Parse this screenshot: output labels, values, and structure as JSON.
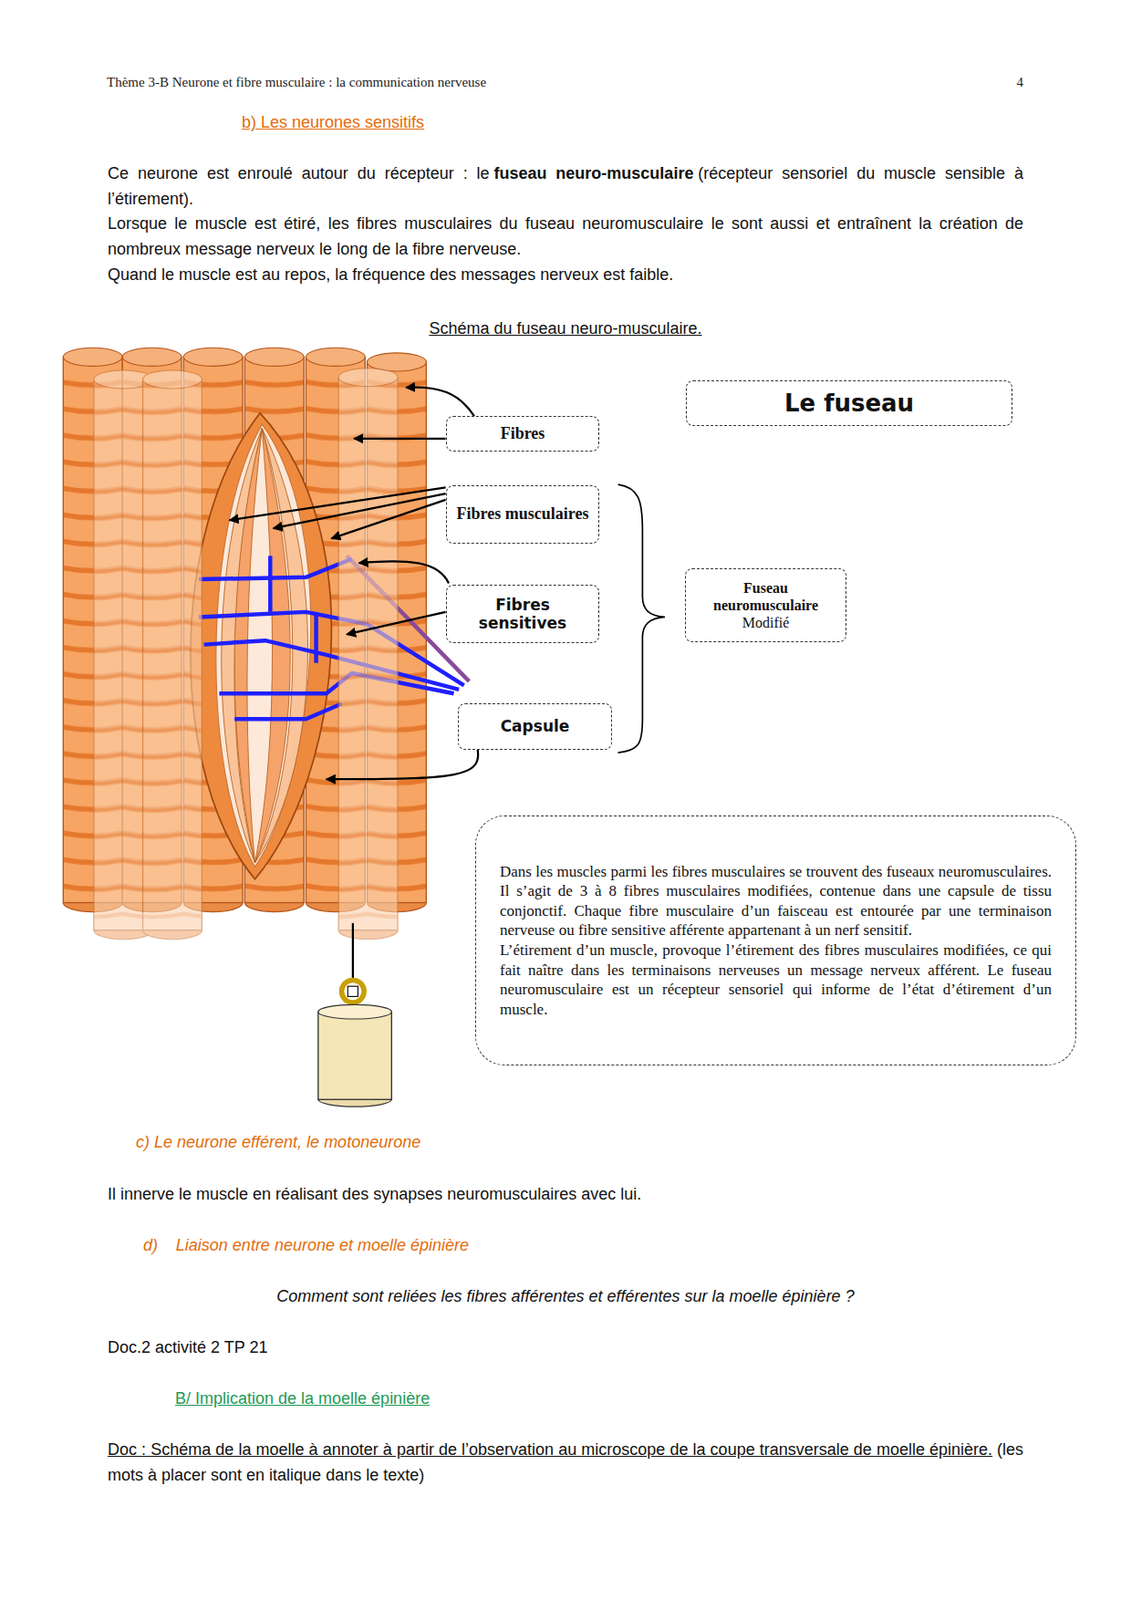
{
  "diagram": {
    "title": "Schéma du fuseau neuro-musculaire.",
    "nodes": [
      {
        "text": [
          "Le fuseau"
        ]
      },
      {
        "text": [
          "Fibres"
        ]
      },
      {
        "text": [
          "Fibres musculaires"
        ]
      },
      {
        "text": [
          "Fuseau neuromusculaire",
          "Modifié"
        ]
      },
      {
        "text": [
          "Fibres sensitives"
        ]
      },
      {
        "text": [
          "Capsule"
        ]
      },
      {
        "text": [
          "Dans les muscles parmi les fibres musculaires se trouvent des fuseaux neuromusculaires. Il s’agit de 3 à 8 fibres musculaires modifiées, contenue dans une capsule de tissu conjonctif. Chaque fibre musculaire d’un faisceau est entourée par une terminaison nerveuse ou fibre sensitive afférente appartenant à un nerf sensitif.",
          "L’étirement d’un muscle, provoque l’étirement des fibres musculaires modifiées, ce qui fait naître dans les terminaisons nerveuses un message nerveux afférent. Le fuseau neuromusculaire est un récepteur sensoriel qui informe de l’état d’étirement d’un muscle."
        ]
      }
    ],
    "labels": [
      "Thème 3-B Neurone et fibre musculaire : la communication nerveuse",
      "4",
      "b) Les neurones sensitifs",
      "Ce neurone est enroulé autour du récepteur : le",
      "fuseau neuro-musculaire",
      "(récepteur sensoriel du muscle sensible à l’étirement).",
      "Lorsque le muscle est étiré, les fibres musculaires du fuseau neuromusculaire le sont aussi et entraînent la création de nombreux message nerveux le long de la fibre nerveuse.",
      "Quand le muscle est au repos, la fréquence des messages nerveux est faible.",
      "c) Le neurone efférent, le motoneurone",
      "Il innerve le muscle en réalisant des synapses neuromusculaires avec lui.",
      "d)",
      "Liaison entre neurone et moelle épinière",
      "Comment sont reliées les fibres afférentes et efférentes sur la moelle épinière ?",
      "Doc.2 activité 2 TP 21",
      "B/ Implication de la moelle épinière",
      "Doc : Schéma de la moelle à annoter à partir de l’observation au microscope de la coupe transversale de moelle épinière.",
      "(les mots à placer sont en italique dans le texte)"
    ]
  }
}
